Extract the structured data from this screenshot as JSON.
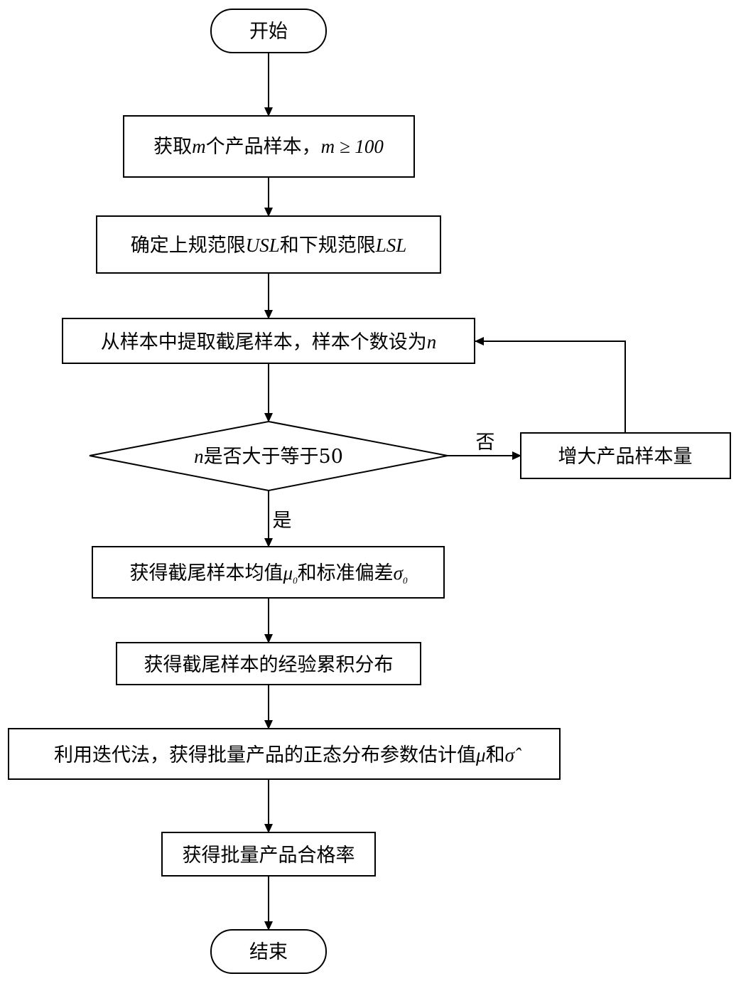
{
  "nodes": {
    "start": {
      "text": "开始"
    },
    "get_samples": {
      "prefix": "获取",
      "var_m": "m",
      "middle": "个产品样本，",
      "condition": "m ≥ 100"
    },
    "set_limits": {
      "prefix": "确定上规范限",
      "usl": "USL",
      "middle": "和下规范限",
      "lsl": "LSL"
    },
    "extract": {
      "text": "从样本中提取截尾样本，样本个数设为",
      "var_n": "n"
    },
    "decision": {
      "var_n": "n",
      "text": "是否大于等于50"
    },
    "increase": {
      "text": "增大产品样本量"
    },
    "mean_std": {
      "prefix": "获得截尾样本均值",
      "mu": "μ",
      "mu_sub": "0",
      "middle": "和标准偏差",
      "sigma": "σ",
      "sigma_sub": "0"
    },
    "ecdf": {
      "text": "获得截尾样本的经验累积分布"
    },
    "iterate": {
      "prefix": "利用迭代法，获得批量产品的正态分布参数估计值",
      "mu_hat": "μ̂",
      "middle": "和",
      "sigma_hat": "σ̂"
    },
    "pass_rate": {
      "text": "获得批量产品合格率"
    },
    "end": {
      "text": "结束"
    }
  },
  "edges": {
    "no_label": "否",
    "yes_label": "是"
  }
}
